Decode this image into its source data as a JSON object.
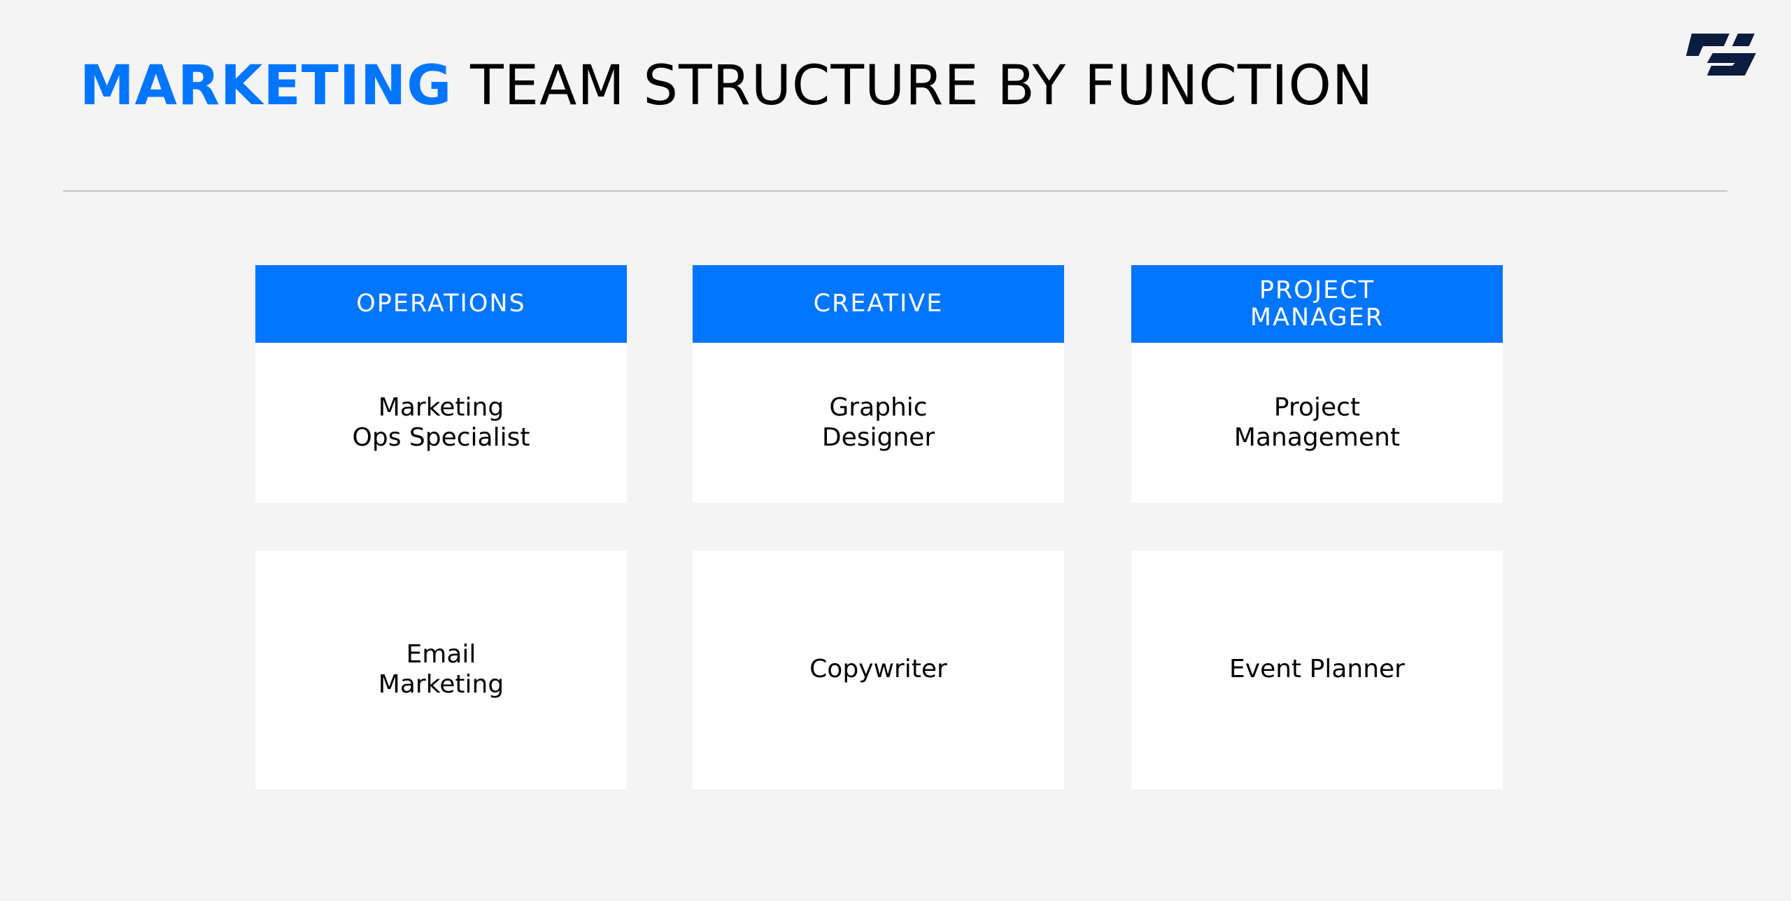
{
  "title": {
    "accent": "MARKETING",
    "rest": "TEAM STRUCTURE BY FUNCTION"
  },
  "logo": {
    "icon": "brand-logo-icon",
    "color": "#0b1c3e"
  },
  "colors": {
    "accent": "#0075ff",
    "background": "#f4f4f4",
    "card": "#ffffff",
    "divider": "#c5c5c5"
  },
  "columns": [
    {
      "header": "OPERATIONS",
      "top": "Marketing Ops Specialist",
      "bottom": "Email Marketing"
    },
    {
      "header": "CREATIVE",
      "top": "Graphic Designer",
      "bottom": "Copywriter"
    },
    {
      "header": "PROJECT MANAGER",
      "top": "Project Management",
      "bottom": "Event Planner"
    }
  ]
}
